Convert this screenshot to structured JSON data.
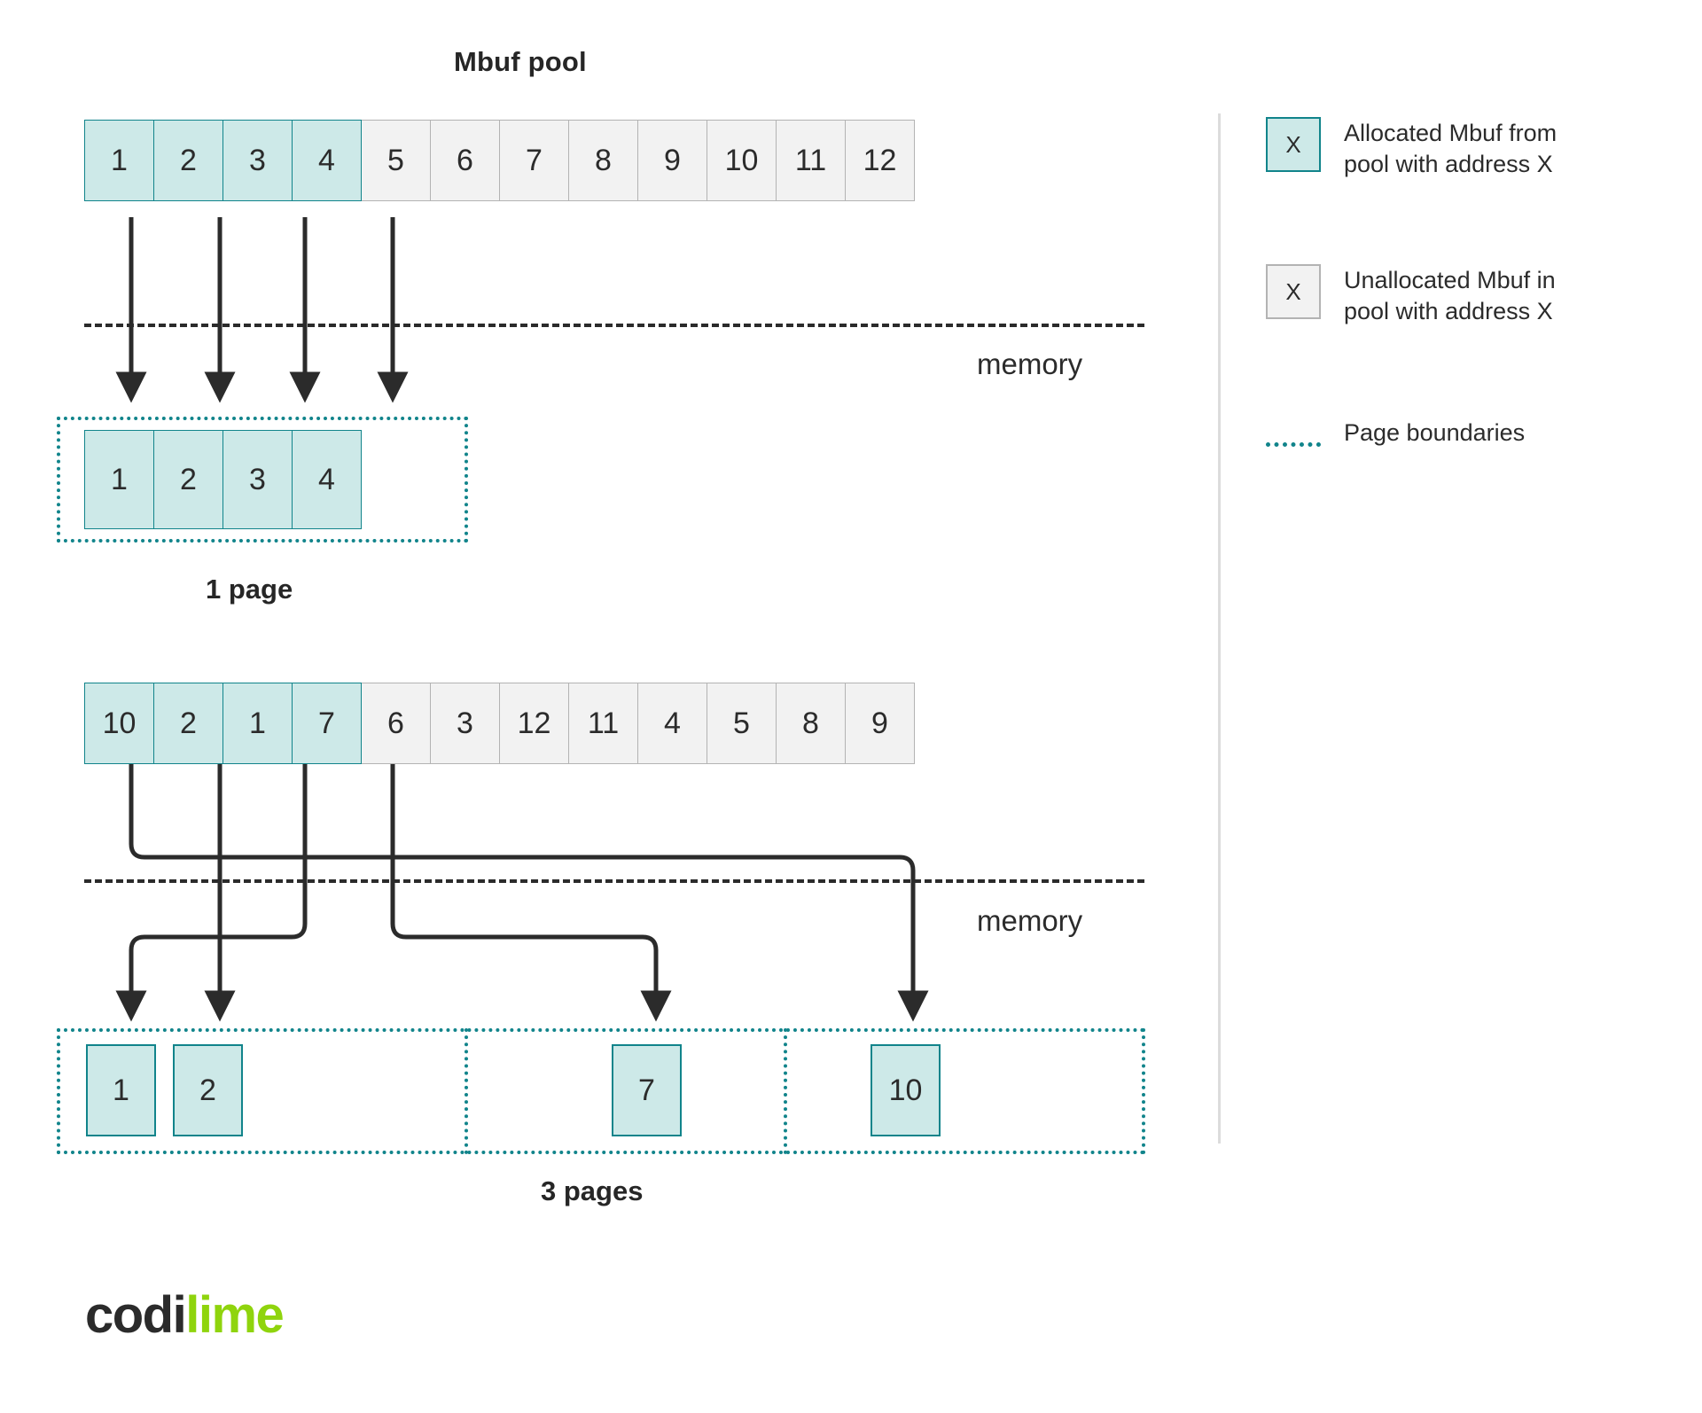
{
  "diagram": {
    "title": "Mbuf pool",
    "memory_label_1": "memory",
    "memory_label_2": "memory",
    "pages_label_1": "1 page",
    "pages_label_2": "3 pages"
  },
  "pool_top": {
    "cells": [
      {
        "value": "1",
        "state": "allocated"
      },
      {
        "value": "2",
        "state": "allocated"
      },
      {
        "value": "3",
        "state": "allocated"
      },
      {
        "value": "4",
        "state": "allocated"
      },
      {
        "value": "5",
        "state": "unallocated"
      },
      {
        "value": "6",
        "state": "unallocated"
      },
      {
        "value": "7",
        "state": "unallocated"
      },
      {
        "value": "8",
        "state": "unallocated"
      },
      {
        "value": "9",
        "state": "unallocated"
      },
      {
        "value": "10",
        "state": "unallocated"
      },
      {
        "value": "11",
        "state": "unallocated"
      },
      {
        "value": "12",
        "state": "unallocated"
      }
    ]
  },
  "memory_top": {
    "boxes": [
      {
        "value": "1"
      },
      {
        "value": "2"
      },
      {
        "value": "3"
      },
      {
        "value": "4"
      }
    ]
  },
  "pool_bottom": {
    "cells": [
      {
        "value": "10",
        "state": "allocated"
      },
      {
        "value": "2",
        "state": "allocated"
      },
      {
        "value": "1",
        "state": "allocated"
      },
      {
        "value": "7",
        "state": "allocated"
      },
      {
        "value": "6",
        "state": "unallocated"
      },
      {
        "value": "3",
        "state": "unallocated"
      },
      {
        "value": "12",
        "state": "unallocated"
      },
      {
        "value": "11",
        "state": "unallocated"
      },
      {
        "value": "4",
        "state": "unallocated"
      },
      {
        "value": "5",
        "state": "unallocated"
      },
      {
        "value": "8",
        "state": "unallocated"
      },
      {
        "value": "9",
        "state": "unallocated"
      }
    ]
  },
  "memory_bottom": {
    "boxes": [
      {
        "value": "1"
      },
      {
        "value": "2"
      },
      {
        "value": "7"
      },
      {
        "value": "10"
      }
    ]
  },
  "legend": {
    "items": [
      {
        "swatch": "X",
        "label": "Allocated Mbuf from\npool with address X",
        "kind": "allocated"
      },
      {
        "swatch": "X",
        "label": "Unallocated Mbuf in\npool with address X",
        "kind": "unallocated"
      },
      {
        "swatch": "",
        "label": "Page boundaries",
        "kind": "dotted"
      }
    ]
  },
  "logo": {
    "part1": "codi",
    "part2": "lime"
  },
  "colors": {
    "allocated_fill": "#cde9e8",
    "allocated_border": "#11848b",
    "unallocated_fill": "#f2f2f2",
    "unallocated_border": "#b3b3b3",
    "text": "#2b2b2b",
    "arrow": "#2b2b2b",
    "logo_green": "#8fd40d"
  }
}
